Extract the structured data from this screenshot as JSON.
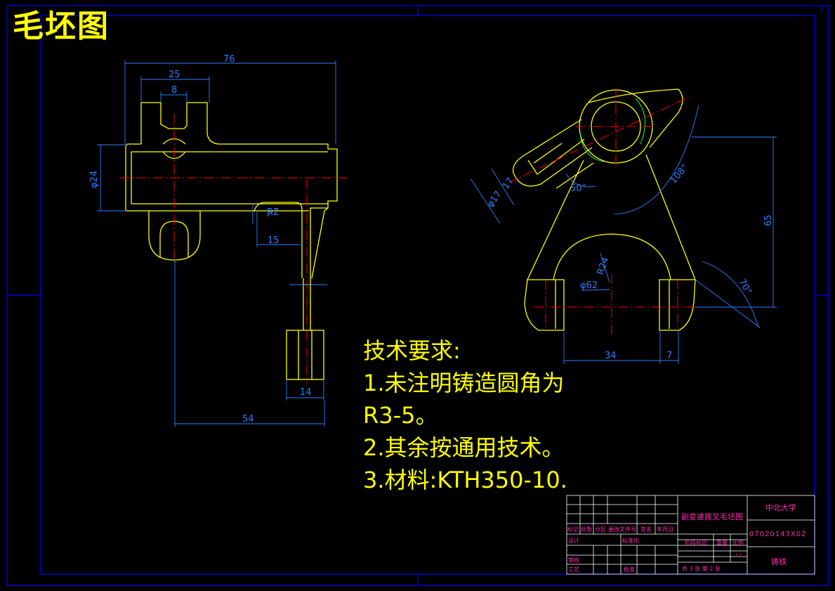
{
  "drawing_title": "毛坯图",
  "dimensions": {
    "front": [
      "76",
      "25",
      "8",
      "φ24",
      "R2",
      "15",
      "14",
      "54"
    ],
    "side": [
      "17",
      "φ17",
      "50°",
      "108°",
      "65",
      "R24",
      "φ62",
      "70°",
      "34",
      "7"
    ]
  },
  "tech_requirements": {
    "heading": "技术要求:",
    "item1": "1.未注明铸造圆角为",
    "item1_cont": "R3-5。",
    "item2": "2.其余按通用技术。",
    "item3": "3.材料:KTH350-10."
  },
  "title_block": {
    "part_name": "副变速拨叉毛坯图",
    "school": "中北大学",
    "drawing_number": "07020143X02",
    "material": "铸铁",
    "headers": [
      "标记",
      "处数",
      "分区",
      "更改文件号",
      "签名",
      "年月日"
    ],
    "design": "设计",
    "standardize": "标准化",
    "review": "审核",
    "process": "工艺",
    "approve": "批准",
    "stage_mark": "阶段标记",
    "weight": "重量",
    "scale": "比例",
    "scale_value": "1:1",
    "sheets": "共 3 张 第 2 张"
  },
  "colors": {
    "outline": "#ffff00",
    "border": "#0000ff",
    "dimension": "#2a7fff",
    "centerline": "#ff0000",
    "title_block_text": "#ff2fb0",
    "title_block_lines": "#ffffff"
  }
}
